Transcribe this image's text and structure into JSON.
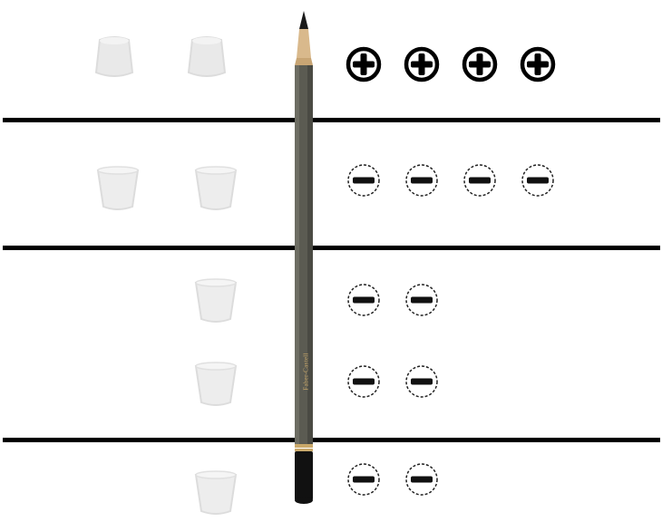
{
  "pencil": {
    "brand_text": "Faber-Castell"
  },
  "rows": [
    {
      "cups": 2,
      "signs": [
        "positive",
        "positive",
        "positive",
        "positive"
      ]
    },
    {
      "cups": 2,
      "signs": [
        "negative",
        "negative",
        "negative",
        "negative"
      ]
    },
    {
      "cups": 1,
      "signs": [
        "negative",
        "negative"
      ]
    },
    {
      "cups": 1,
      "signs": [
        "negative",
        "negative"
      ]
    },
    {
      "cups": 1,
      "signs": [
        "negative",
        "negative"
      ]
    }
  ],
  "colors": {
    "line": "#000000",
    "pencil_body": "#5b5b52",
    "cup": "#e6e6e6",
    "positive_sign": "#000000",
    "negative_sign": "#111111"
  }
}
